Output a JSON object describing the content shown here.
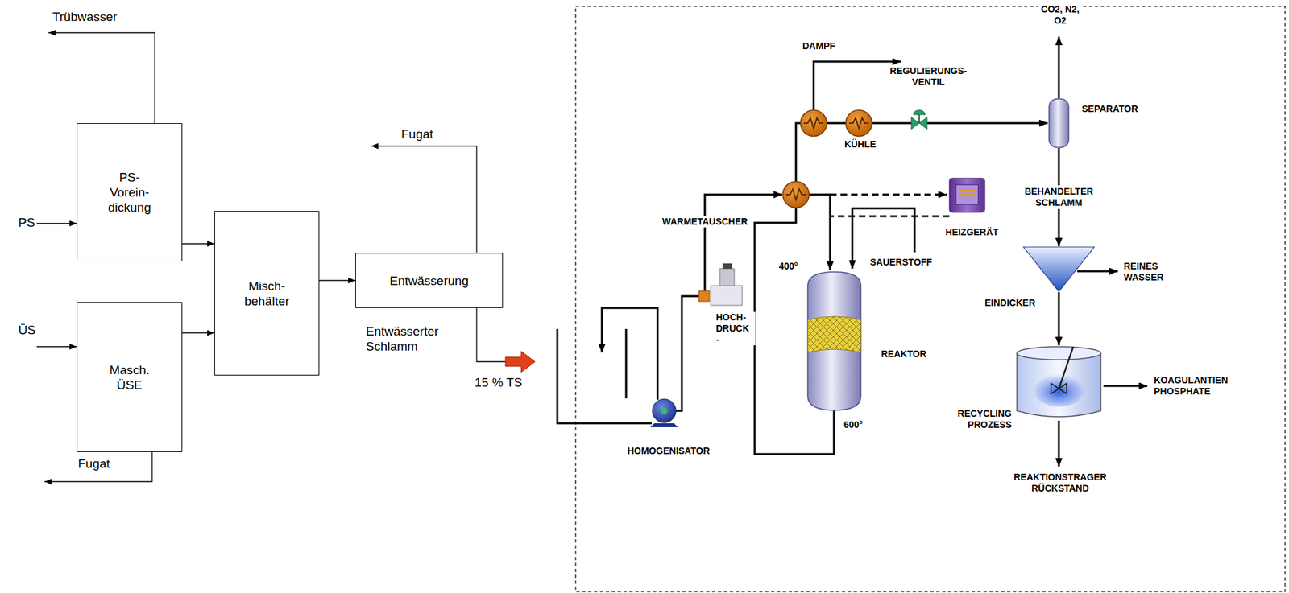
{
  "diagram": {
    "nodes": [
      {
        "text": [
          "PS- Vorein- dickung"
        ]
      },
      {
        "text": [
          "Misch- behälter"
        ]
      },
      {
        "text": [
          "Masch. ÜSE"
        ]
      },
      {
        "text": [
          "Entwässerung"
        ]
      },
      {
        "text": [
          "REAKTOR"
        ]
      },
      {
        "text": [
          "SEPARATOR"
        ]
      },
      {
        "text": [
          "EINDICKER"
        ]
      },
      {
        "text": [
          "RECYCLING PROZESS"
        ]
      }
    ],
    "edges": [
      {
        "from": 0,
        "to": 1,
        "arrow": "to"
      },
      {
        "from": 2,
        "to": 1,
        "arrow": "to"
      },
      {
        "from": 1,
        "to": 3,
        "arrow": "to"
      },
      {
        "from": 5,
        "to": 6,
        "arrow": "to",
        "label": "BEHANDELTER SCHLAMM"
      },
      {
        "from": 6,
        "to": 7,
        "arrow": "to"
      }
    ],
    "labels": [
      "Trübwasser",
      "PS",
      "ÜS",
      "Fugat",
      "Fugat",
      "Entwässerter Schlamm",
      "15 % TS",
      "DAMPF",
      "REGULIERUNGS- VENTIL",
      "CO2, N2, O2",
      "WARMETAUSCHER",
      "KÜHLE",
      "HEIZGERÄT",
      "400°",
      "SAUERSTOFF",
      "HOCH- DRUCK -",
      "HOMOGENISATOR",
      "600°",
      "REINES WASSER",
      "KOAGULANTIEN PHOSPHATE",
      "REAKTIONSTRAGER RÜCKSTAND"
    ]
  }
}
